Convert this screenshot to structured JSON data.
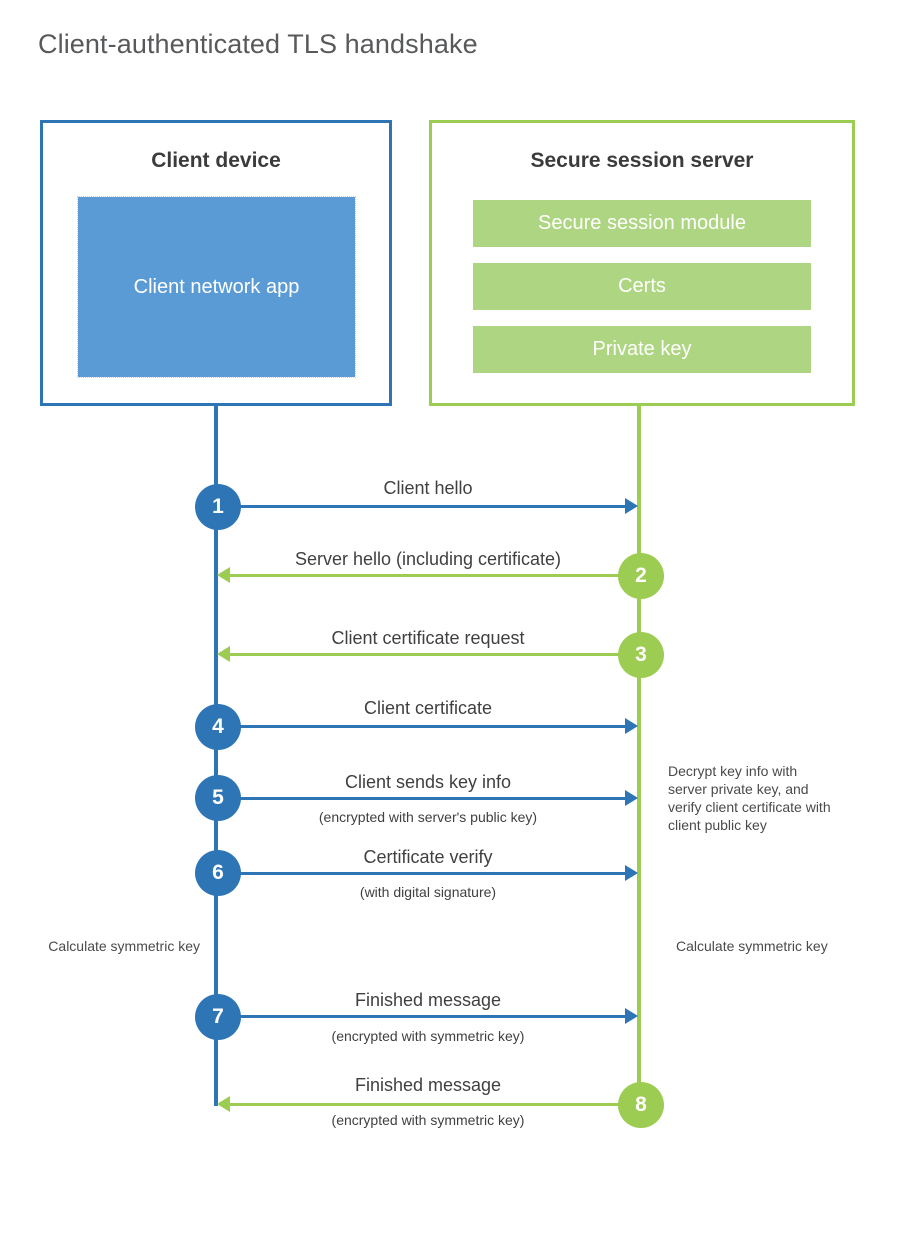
{
  "diagram": {
    "title": "Client-authenticated TLS handshake",
    "colors": {
      "client_blue": "#2e75b6",
      "client_fill": "#5b9bd5",
      "server_green": "#9ccc52",
      "server_fill": "#aed581",
      "text_dark": "#404040",
      "title_gray": "#58595b"
    }
  },
  "client_panel": {
    "title": "Client device",
    "app_label": "Client network app"
  },
  "server_panel": {
    "title": "Secure session server",
    "bars": [
      {
        "label": "Secure session module"
      },
      {
        "label": "Certs"
      },
      {
        "label": "Private key"
      }
    ]
  },
  "steps": [
    {
      "number": "1",
      "label": "Client hello",
      "sub": "",
      "direction": "client-to-server",
      "color": "blue"
    },
    {
      "number": "2",
      "label": "Server hello (including certificate)",
      "sub": "",
      "direction": "server-to-client",
      "color": "green"
    },
    {
      "number": "3",
      "label": "Client certificate request",
      "sub": "",
      "direction": "server-to-client",
      "color": "green"
    },
    {
      "number": "4",
      "label": "Client certificate",
      "sub": "",
      "direction": "client-to-server",
      "color": "blue"
    },
    {
      "number": "5",
      "label": "Client sends key info",
      "sub": "(encrypted with server's public key)",
      "direction": "client-to-server",
      "color": "blue"
    },
    {
      "number": "6",
      "label": "Certificate verify",
      "sub": "(with digital signature)",
      "direction": "client-to-server",
      "color": "blue"
    },
    {
      "number": "7",
      "label": "Finished message",
      "sub": "(encrypted with symmetric key)",
      "direction": "client-to-server",
      "color": "blue"
    },
    {
      "number": "8",
      "label": "Finished message",
      "sub": "(encrypted with symmetric key)",
      "direction": "server-to-client",
      "color": "green"
    }
  ],
  "notes": {
    "server_decrypt": "Decrypt key info with server private key, and verify client certificate with client public key",
    "client_calc": "Calculate symmetric key",
    "server_calc": "Calculate symmetric key"
  }
}
